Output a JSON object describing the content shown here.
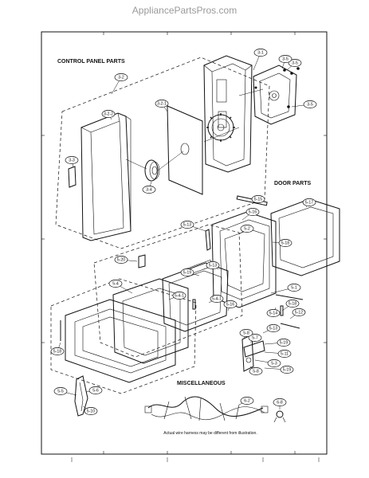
{
  "watermark": "AppliancePartsPros.com",
  "sections": {
    "control_panel": "CONTROL PANEL PARTS",
    "door": "DOOR PARTS",
    "misc": "MISCELLANEOUS"
  },
  "note": "Actual wire harness may be different from illustration.",
  "callouts": [
    "3-1",
    "3-5",
    "3-5",
    "3-5",
    "3-2",
    "3-2-1",
    "3-2-2",
    "3-3",
    "3-4",
    "5-15",
    "5-17",
    "5-16",
    "5-2",
    "5-18",
    "5-13",
    "5-20",
    "5-1",
    "5-19",
    "5-4",
    "5-4-1",
    "5-4-1",
    "5-16",
    "5-12",
    "5-14",
    "5-13",
    "5-18",
    "5-18",
    "5-5",
    "5-6",
    "5-10",
    "5-7",
    "5-8",
    "5-8",
    "5-19",
    "5-11",
    "5-3",
    "5-19",
    "5-13",
    "6-2",
    "6-8"
  ]
}
